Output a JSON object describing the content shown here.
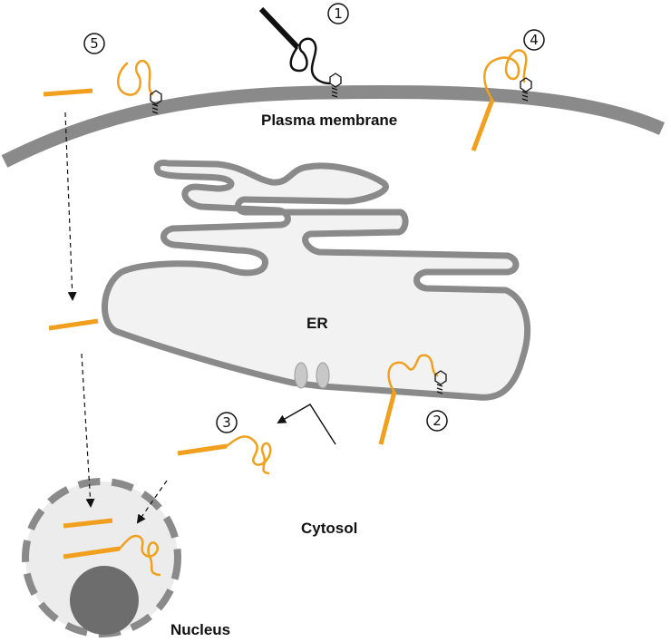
{
  "labels": {
    "plasma_membrane": "Plasma membrane",
    "er": "ER",
    "cytosol": "Cytosol",
    "nucleus": "Nucleus"
  },
  "markers": {
    "m1": "1",
    "m2": "2",
    "m3": "3",
    "m4": "4",
    "m5": "5"
  },
  "colors": {
    "membrane": "#8a8a8a",
    "protein": "#f0a01e",
    "organelle_fill": "#f2f2f2",
    "nucleolus": "#6d6d6d"
  }
}
